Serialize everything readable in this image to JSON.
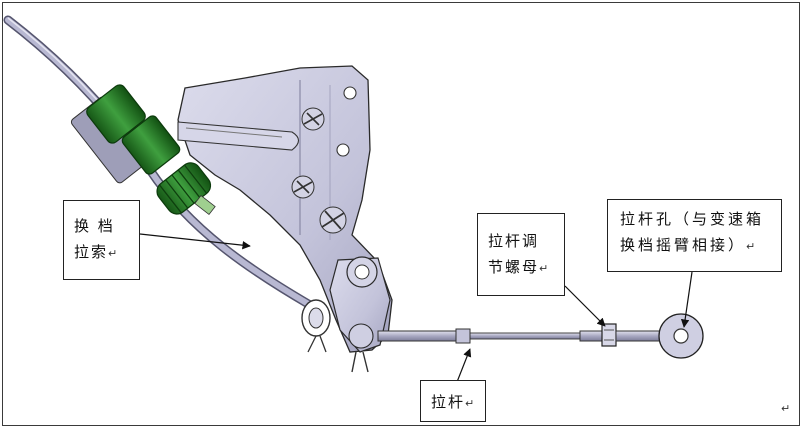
{
  "labels": {
    "shift_cable": [
      "换 档",
      "拉索"
    ],
    "adjust_nut": [
      "拉杆调",
      "节螺母"
    ],
    "pull_rod": [
      "拉杆"
    ],
    "rod_hole": [
      "拉杆孔（与变速箱",
      "换档摇臂相接）"
    ]
  },
  "paragraph_mark": "↵",
  "colors": {
    "bracket": "#c9c9df",
    "bracket_dark": "#8a8aa6",
    "green_grommet": "#1f6b1f",
    "green_light": "#3c9a3c",
    "cable": "#a9a9c6",
    "outline": "#2a2a2a"
  }
}
